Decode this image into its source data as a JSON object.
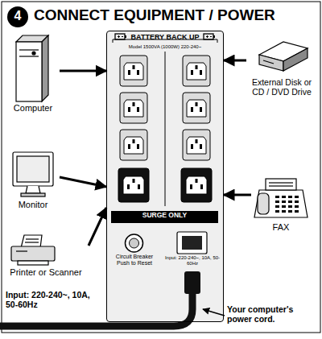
{
  "diagram": {
    "title": "CONNECT EQUIPMENT / POWER",
    "nodes": [
      {
        "text": [
          "Computer"
        ]
      },
      {
        "text": [
          "Monitor"
        ]
      },
      {
        "text": [
          "Printer or Scanner"
        ]
      },
      {
        "text": [
          "External Disk or CD / DVD Drive"
        ]
      },
      {
        "text": [
          "FAX"
        ]
      },
      {
        "text": [
          "BATTERY BACK UP"
        ]
      },
      {
        "text": [
          "SURGE ONLY"
        ],
        "in": 5
      },
      {
        "text": [
          "Circuit Breaker Push to Reset"
        ],
        "in": 5
      },
      {
        "text": [
          "Input: 220-240~, 10A, 50-60Hz"
        ],
        "in": 5
      }
    ],
    "edges": [
      {
        "from": 0,
        "to": 5,
        "arrow": "to"
      },
      {
        "from": 1,
        "to": 5,
        "arrow": "to"
      },
      {
        "from": 2,
        "to": 5,
        "arrow": "to"
      },
      {
        "from": 3,
        "to": 5,
        "arrow": "to"
      },
      {
        "from": 4,
        "to": 5,
        "arrow": "to"
      }
    ],
    "labels": [
      "4",
      "Model 1500VA (1000W) 220-240~",
      "Input: 220-240~, 10A, 50-60Hz",
      "Your computer's power cord."
    ]
  }
}
